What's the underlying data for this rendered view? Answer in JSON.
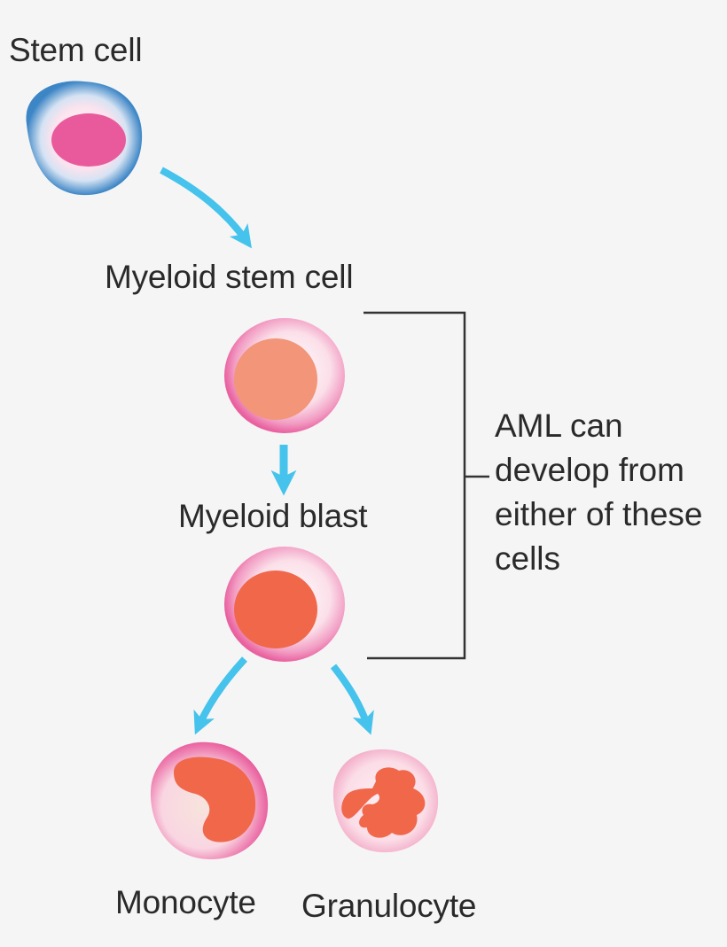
{
  "diagram": {
    "labels": {
      "stem_cell": "Stem cell",
      "myeloid_stem_cell": "Myeloid stem cell",
      "myeloid_blast": "Myeloid blast",
      "monocyte": "Monocyte",
      "granulocyte": "Granulocyte"
    },
    "note": {
      "lines": [
        "AML can",
        "develop from",
        "either of these",
        "cells"
      ]
    },
    "colors": {
      "background": "#f5f5f5",
      "arrow": "#45c3ec",
      "bracket": "#333333",
      "stem_outer": "#3d86c6",
      "stem_nucleus": "#e95a9c",
      "cell_outer_pink": "#e9619f",
      "myeloid_nucleus": "#f29578",
      "blast_nucleus": "#f0674a"
    }
  }
}
